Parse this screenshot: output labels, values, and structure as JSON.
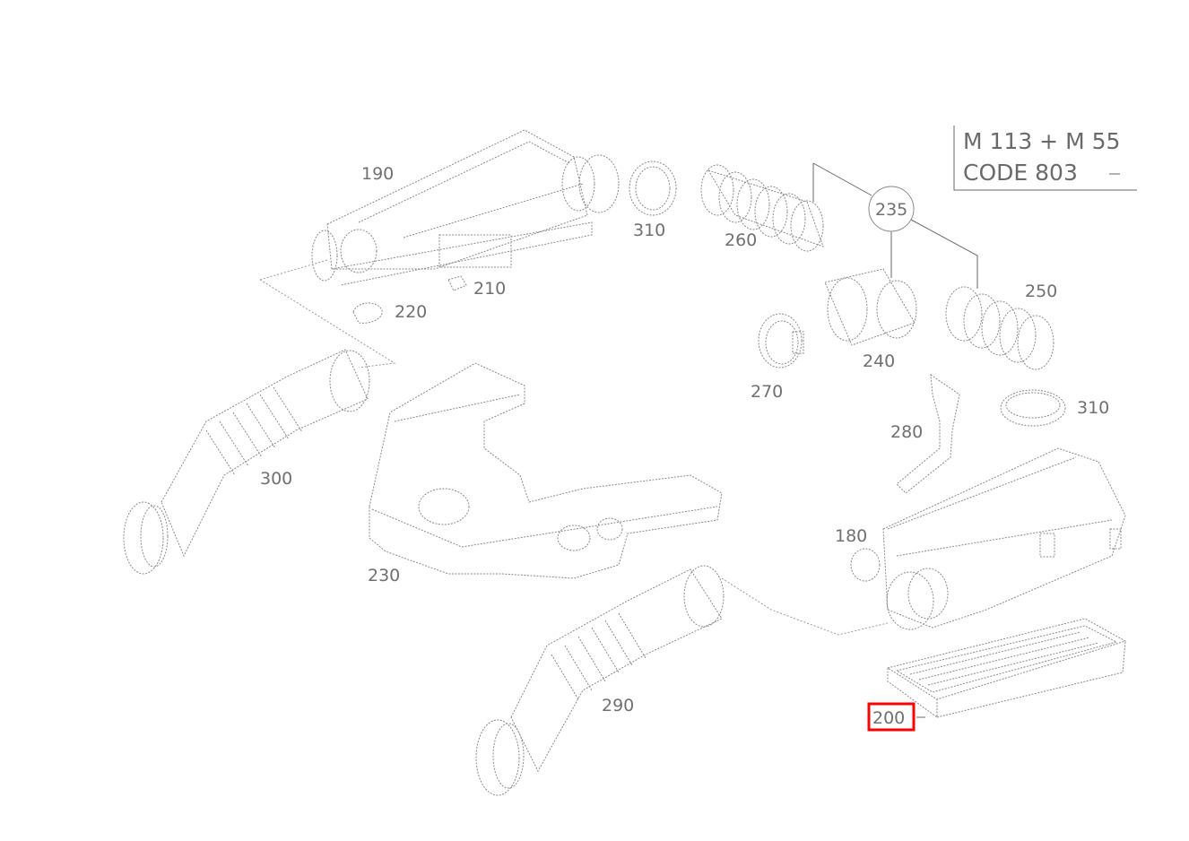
{
  "code_box": {
    "line1": "M 113 + M 55",
    "line2": "CODE 803"
  },
  "callouts": {
    "c190": "190",
    "c210": "210",
    "c220": "220",
    "c310a": "310",
    "c260": "260",
    "c235": "235",
    "c250": "250",
    "c240": "240",
    "c270": "270",
    "c280": "280",
    "c310b": "310",
    "c300": "300",
    "c230": "230",
    "c180": "180",
    "c290": "290",
    "c200": "200"
  },
  "highlight": {
    "part": "200",
    "color": "#ff0000"
  }
}
